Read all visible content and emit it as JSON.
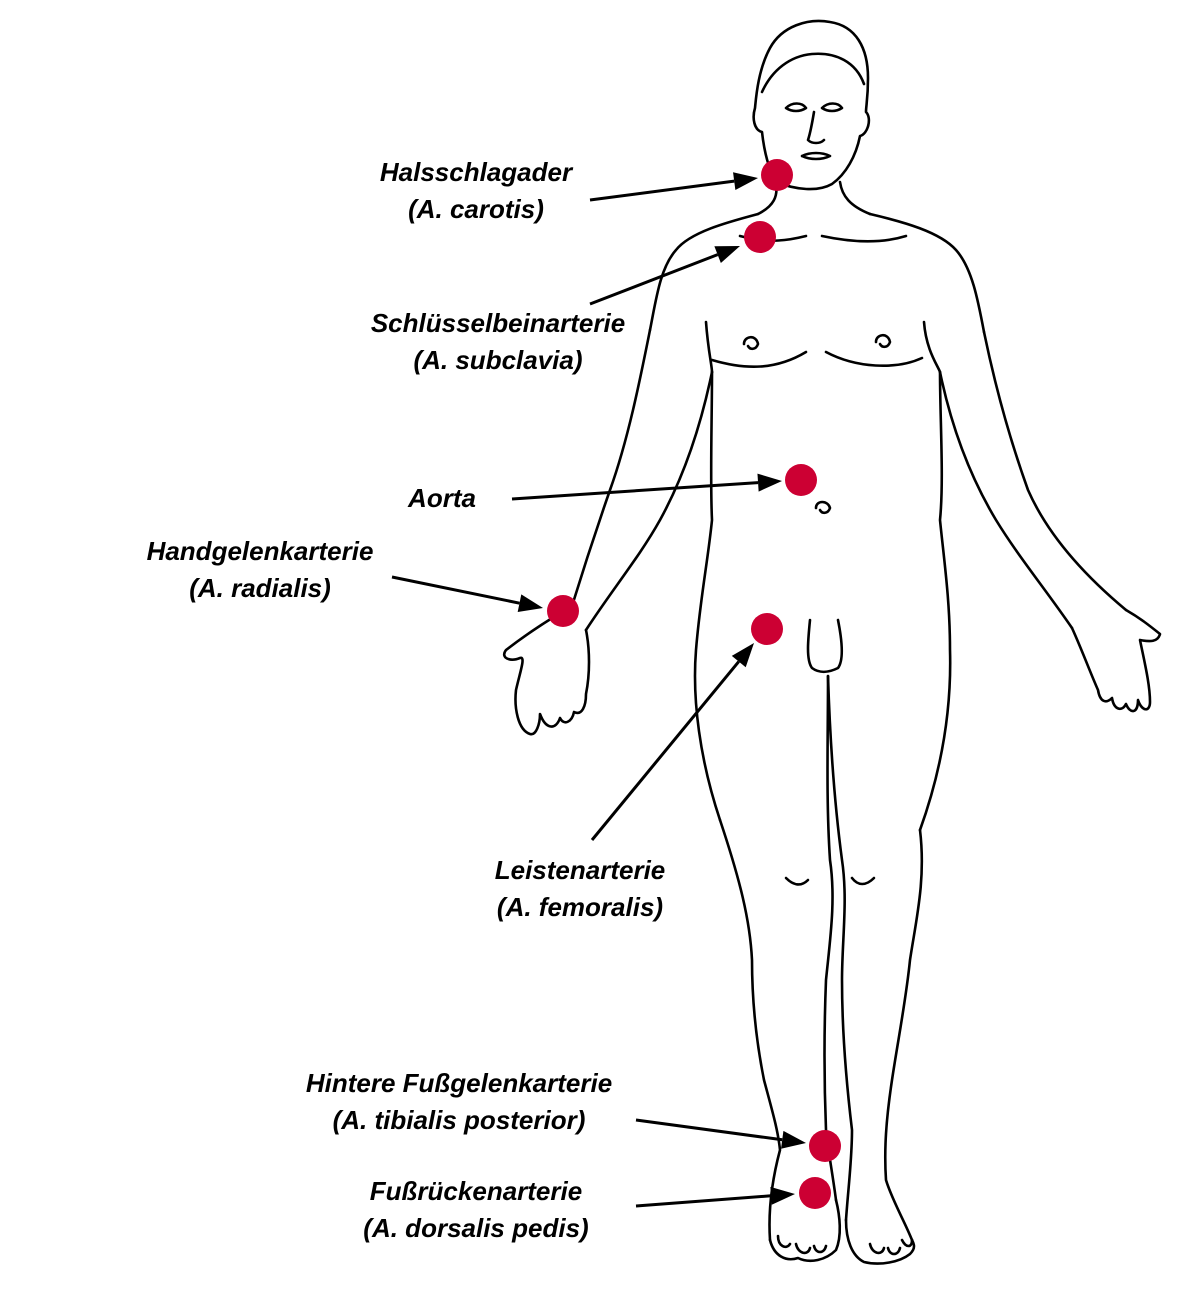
{
  "colors": {
    "pulse_point": "#cc0033",
    "outline": "#000000",
    "background": "#ffffff"
  },
  "labels": [
    {
      "id": "carotis",
      "name": "Halsschlagader",
      "latin": "(A. carotis)"
    },
    {
      "id": "subclavia",
      "name": "Schlüsselbeinarterie",
      "latin": "(A. subclavia)"
    },
    {
      "id": "aorta",
      "name": "Aorta",
      "latin": ""
    },
    {
      "id": "radialis",
      "name": "Handgelenkarterie",
      "latin": "(A. radialis)"
    },
    {
      "id": "femoralis",
      "name": "Leistenarterie",
      "latin": "(A. femoralis)"
    },
    {
      "id": "tibialis",
      "name": "Hintere Fußgelenkarterie",
      "latin": "(A. tibialis posterior)"
    },
    {
      "id": "dorsalis",
      "name": "Fußrückenarterie",
      "latin": "(A. dorsalis pedis)"
    }
  ]
}
